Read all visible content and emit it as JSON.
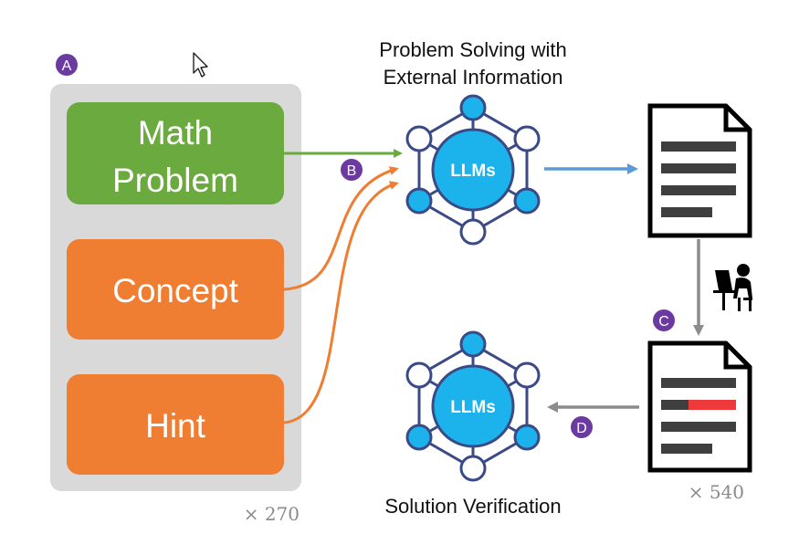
{
  "inputs": {
    "panel_label": "A",
    "items": [
      {
        "line1": "Math",
        "line2": "Problem",
        "color": "#6aaa3e"
      },
      {
        "line1": "Concept",
        "line2": "",
        "color": "#ef7d32"
      },
      {
        "line1": "Hint",
        "line2": "",
        "color": "#ef7d32"
      }
    ],
    "multiplier": "× 270"
  },
  "solving": {
    "title_line1": "Problem Solving with",
    "title_line2": "External Information",
    "node_label": "LLMs",
    "arrow_label": "B"
  },
  "annotation": {
    "step_label": "C",
    "multiplier": "× 540"
  },
  "verification": {
    "title": "Solution Verification",
    "node_label": "LLMs",
    "arrow_label": "D"
  },
  "icons": [
    "document-icon",
    "annotated-document-icon",
    "person-at-laptop-icon",
    "cursor-icon",
    "llm-network-icon"
  ],
  "colors": {
    "panel_bg": "#d9d9d9",
    "math_green": "#6aaa3e",
    "orange": "#ef7d32",
    "llm_blue": "#1cb3ec",
    "node_outline": "#3a4a86",
    "badge_purple": "#6b3aa0",
    "arrow_blue": "#5b9bd5",
    "arrow_gray": "#8c8c8c",
    "highlight_red": "#ee3a3a",
    "doc_line": "#3f3f3f"
  }
}
